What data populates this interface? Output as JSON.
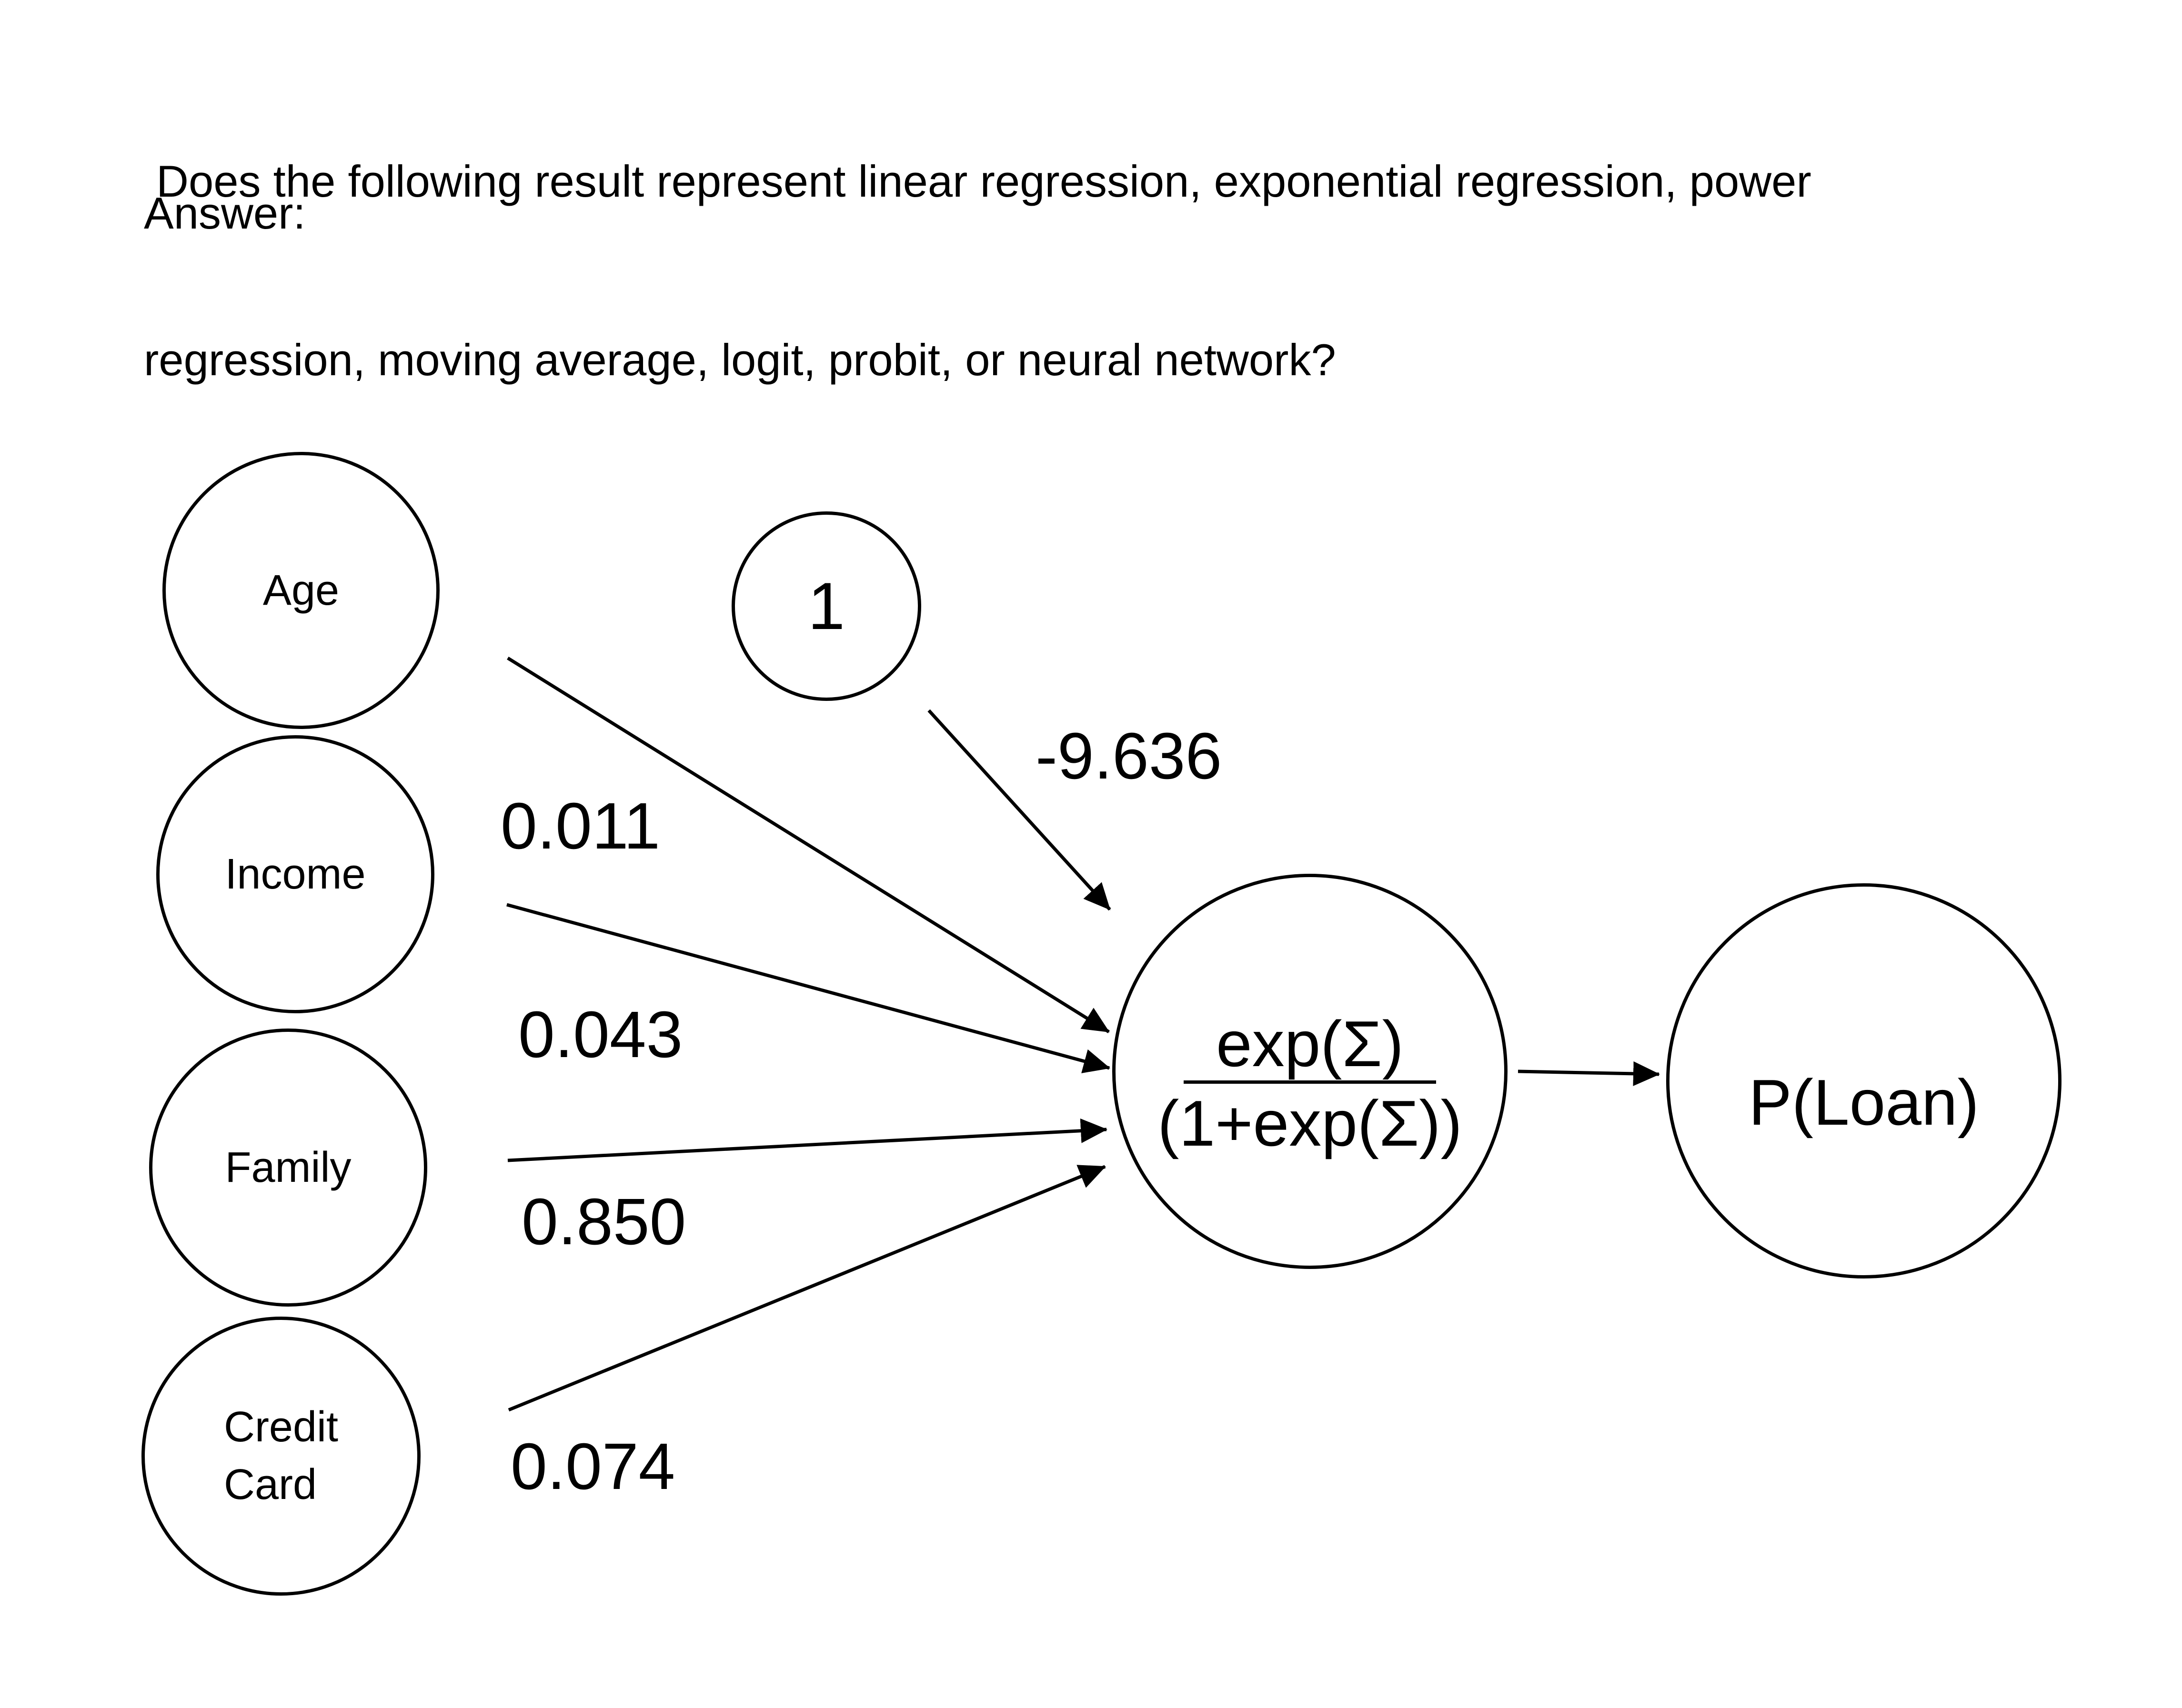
{
  "question": {
    "lines": [
      " Does the following result represent linear regression, exponential regression, power",
      "regression, moving average, logit, probit, or neural network?"
    ],
    "answer_label": "Answer:"
  },
  "diagram": {
    "input_nodes": [
      {
        "id": "age",
        "label": "Age",
        "weight": "0.011"
      },
      {
        "id": "income",
        "label": "Income",
        "weight": "0.043"
      },
      {
        "id": "family",
        "label": "Family",
        "weight": "0.850"
      },
      {
        "id": "credit-card",
        "label_lines": [
          "Credit",
          "Card"
        ],
        "weight": "0.074"
      }
    ],
    "bias_node": {
      "label": "1",
      "weight": "-9.636"
    },
    "activation_node": {
      "numerator": "exp(Σ)",
      "denominator": "(1+exp(Σ))"
    },
    "output_node": {
      "label": "P(Loan)"
    }
  },
  "colors": {
    "ink": "#000000",
    "background": "#ffffff"
  }
}
